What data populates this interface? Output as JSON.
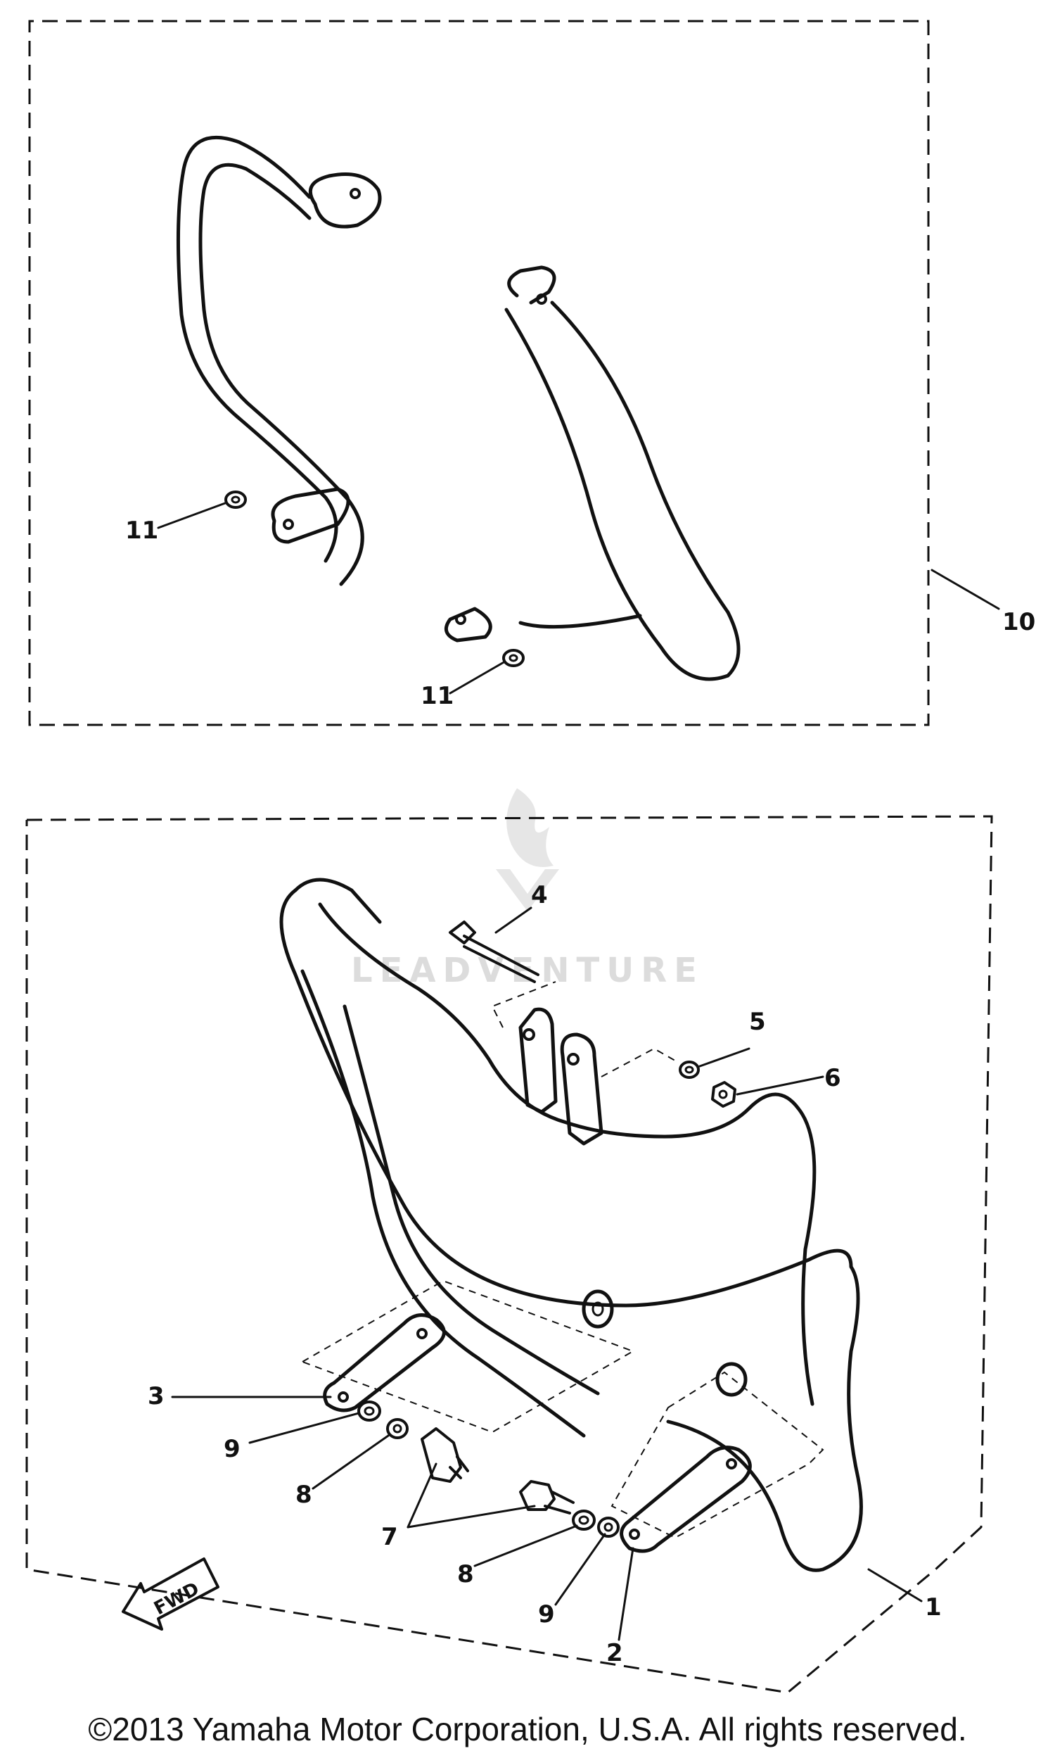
{
  "watermark": "LEADVENTURE",
  "copyright": "©2013 Yamaha Motor Corporation, U.S.A. All rights reserved.",
  "fwd_label": "FWD",
  "callouts": {
    "c1": "1",
    "c2": "2",
    "c3": "3",
    "c4": "4",
    "c5": "5",
    "c6": "6",
    "c7": "7",
    "c8a": "8",
    "c8b": "8",
    "c9a": "9",
    "c9b": "9",
    "c10": "10",
    "c11a": "11",
    "c11b": "11"
  }
}
